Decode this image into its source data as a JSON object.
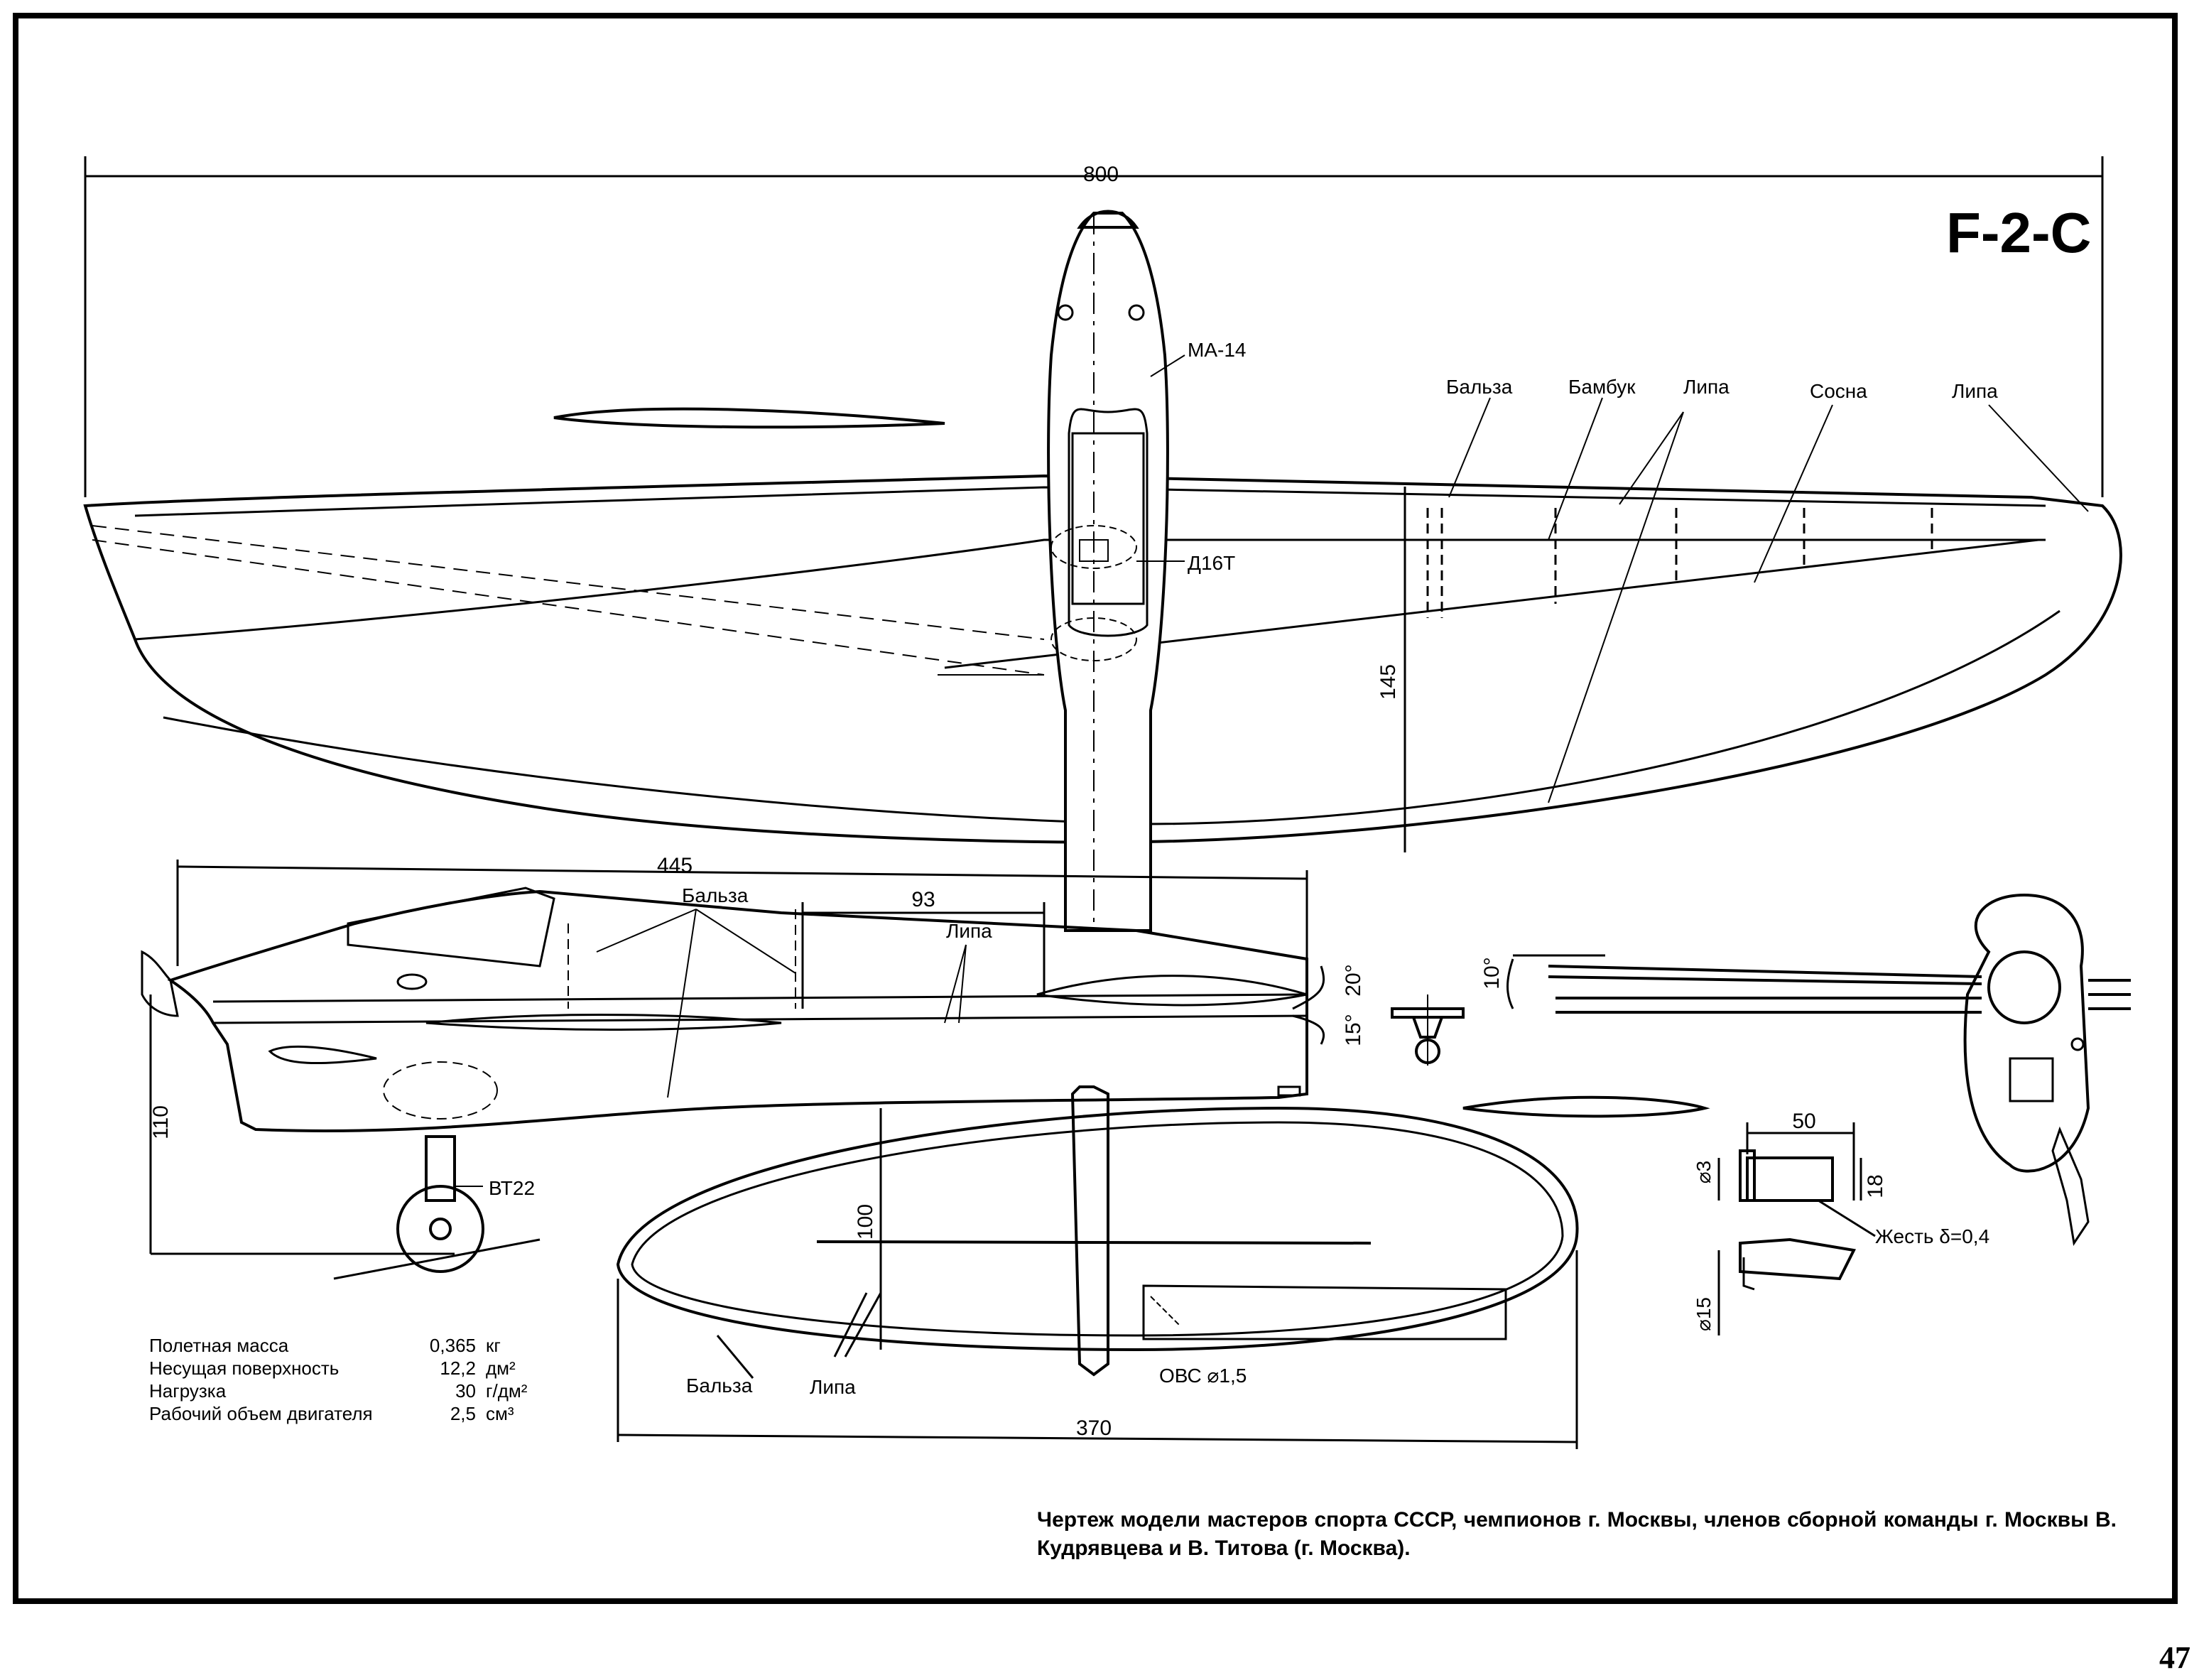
{
  "title": "F-2-C",
  "dimensions": {
    "span": "800",
    "chord": "145",
    "fuselage_length": "445",
    "tank_length": "93",
    "height": "110",
    "stab_chord": "100",
    "stab_span": "370",
    "bracket_width": "50",
    "bracket_height": "18",
    "hole_dia": "⌀3",
    "wheel_dia": "⌀15",
    "downthrust": "10°",
    "flap_up": "20°",
    "flap_down": "15°"
  },
  "labels": {
    "engine": "МА-14",
    "bellcrank": "Д16Т",
    "wheel": "ВТ22",
    "balsa": "Бальза",
    "bamboo": "Бамбук",
    "linden": "Липа",
    "pine": "Сосна",
    "wire": "ОВС ⌀1,5",
    "tin": "Жесть δ=0,4"
  },
  "specs": [
    {
      "name": "Полетная масса",
      "value": "0,365",
      "unit": "кг"
    },
    {
      "name": "Несущая поверхность",
      "value": "12,2",
      "unit": "дм²"
    },
    {
      "name": "Нагрузка",
      "value": "30",
      "unit": "г/дм²"
    },
    {
      "name": "Рабочий объем двигателя",
      "value": "2,5",
      "unit": "см³"
    }
  ],
  "caption": "Чертеж модели мастеров спорта СССР, чемпионов г. Москвы, членов сборной команды г. Москвы В. Кудрявцева и В. Титова (г. Москва).",
  "page_number": "47"
}
